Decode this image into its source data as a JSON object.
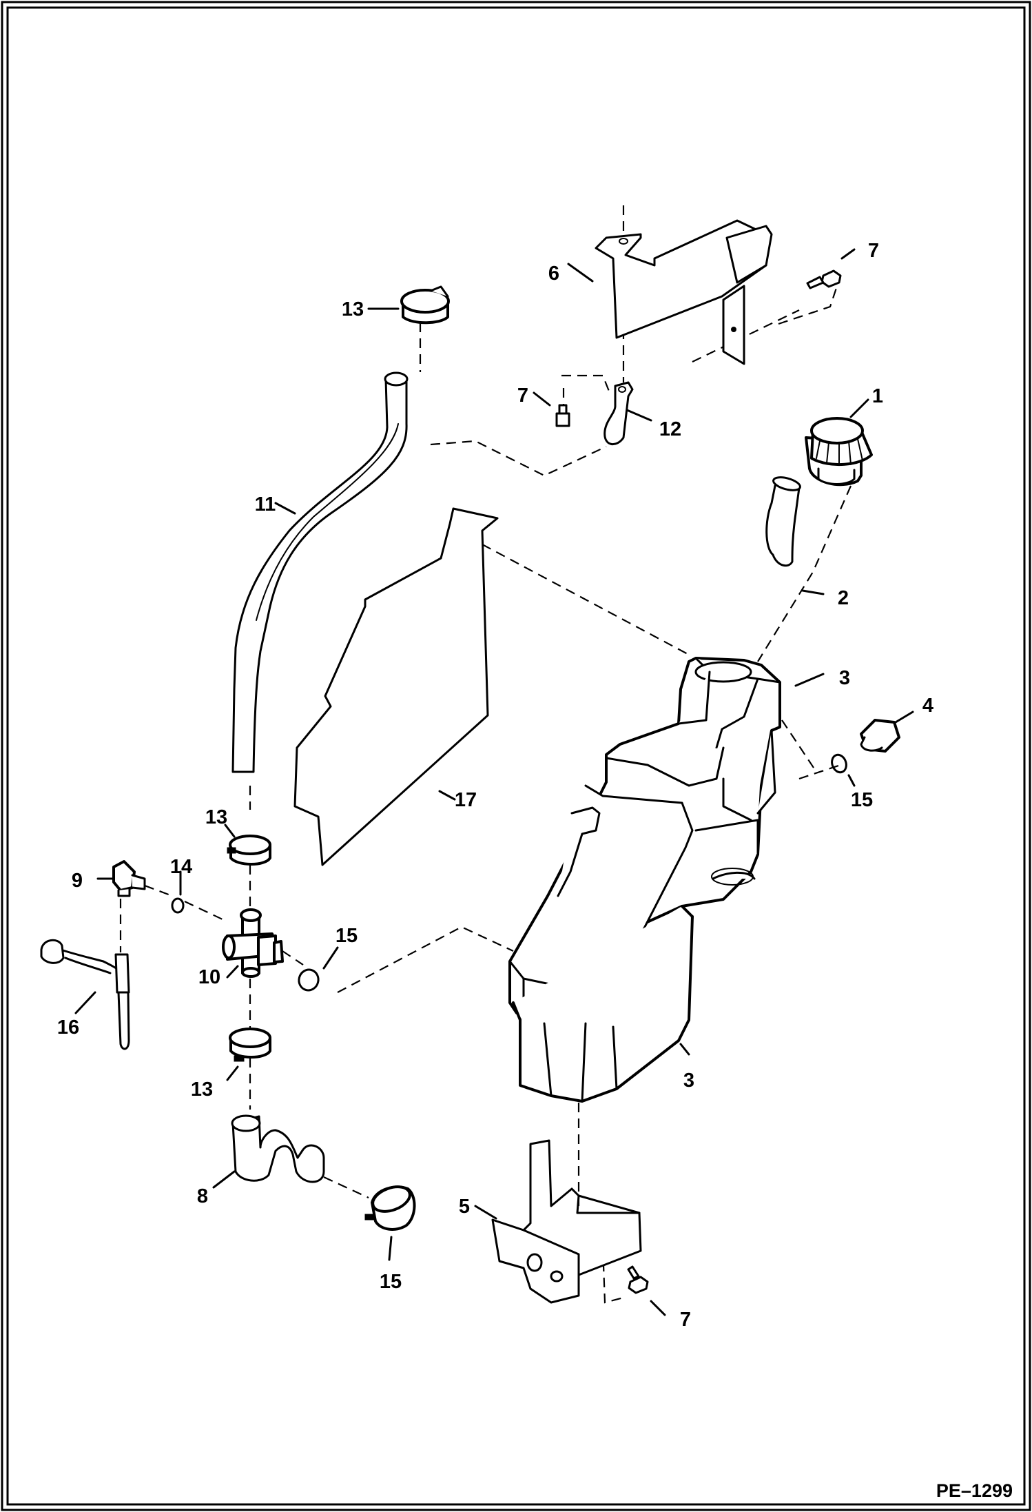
{
  "reference": "PE–1299",
  "callouts": {
    "c1": "1",
    "c2": "2",
    "c3a": "3",
    "c3b": "3",
    "c4": "4",
    "c5": "5",
    "c6": "6",
    "c7a": "7",
    "c7b": "7",
    "c7c": "7",
    "c8": "8",
    "c9": "9",
    "c10": "10",
    "c11": "11",
    "c12": "12",
    "c13a": "13",
    "c13b": "13",
    "c13c": "13",
    "c14": "14",
    "c15a": "15",
    "c15b": "15",
    "c15c": "15",
    "c16": "16",
    "c17": "17"
  }
}
